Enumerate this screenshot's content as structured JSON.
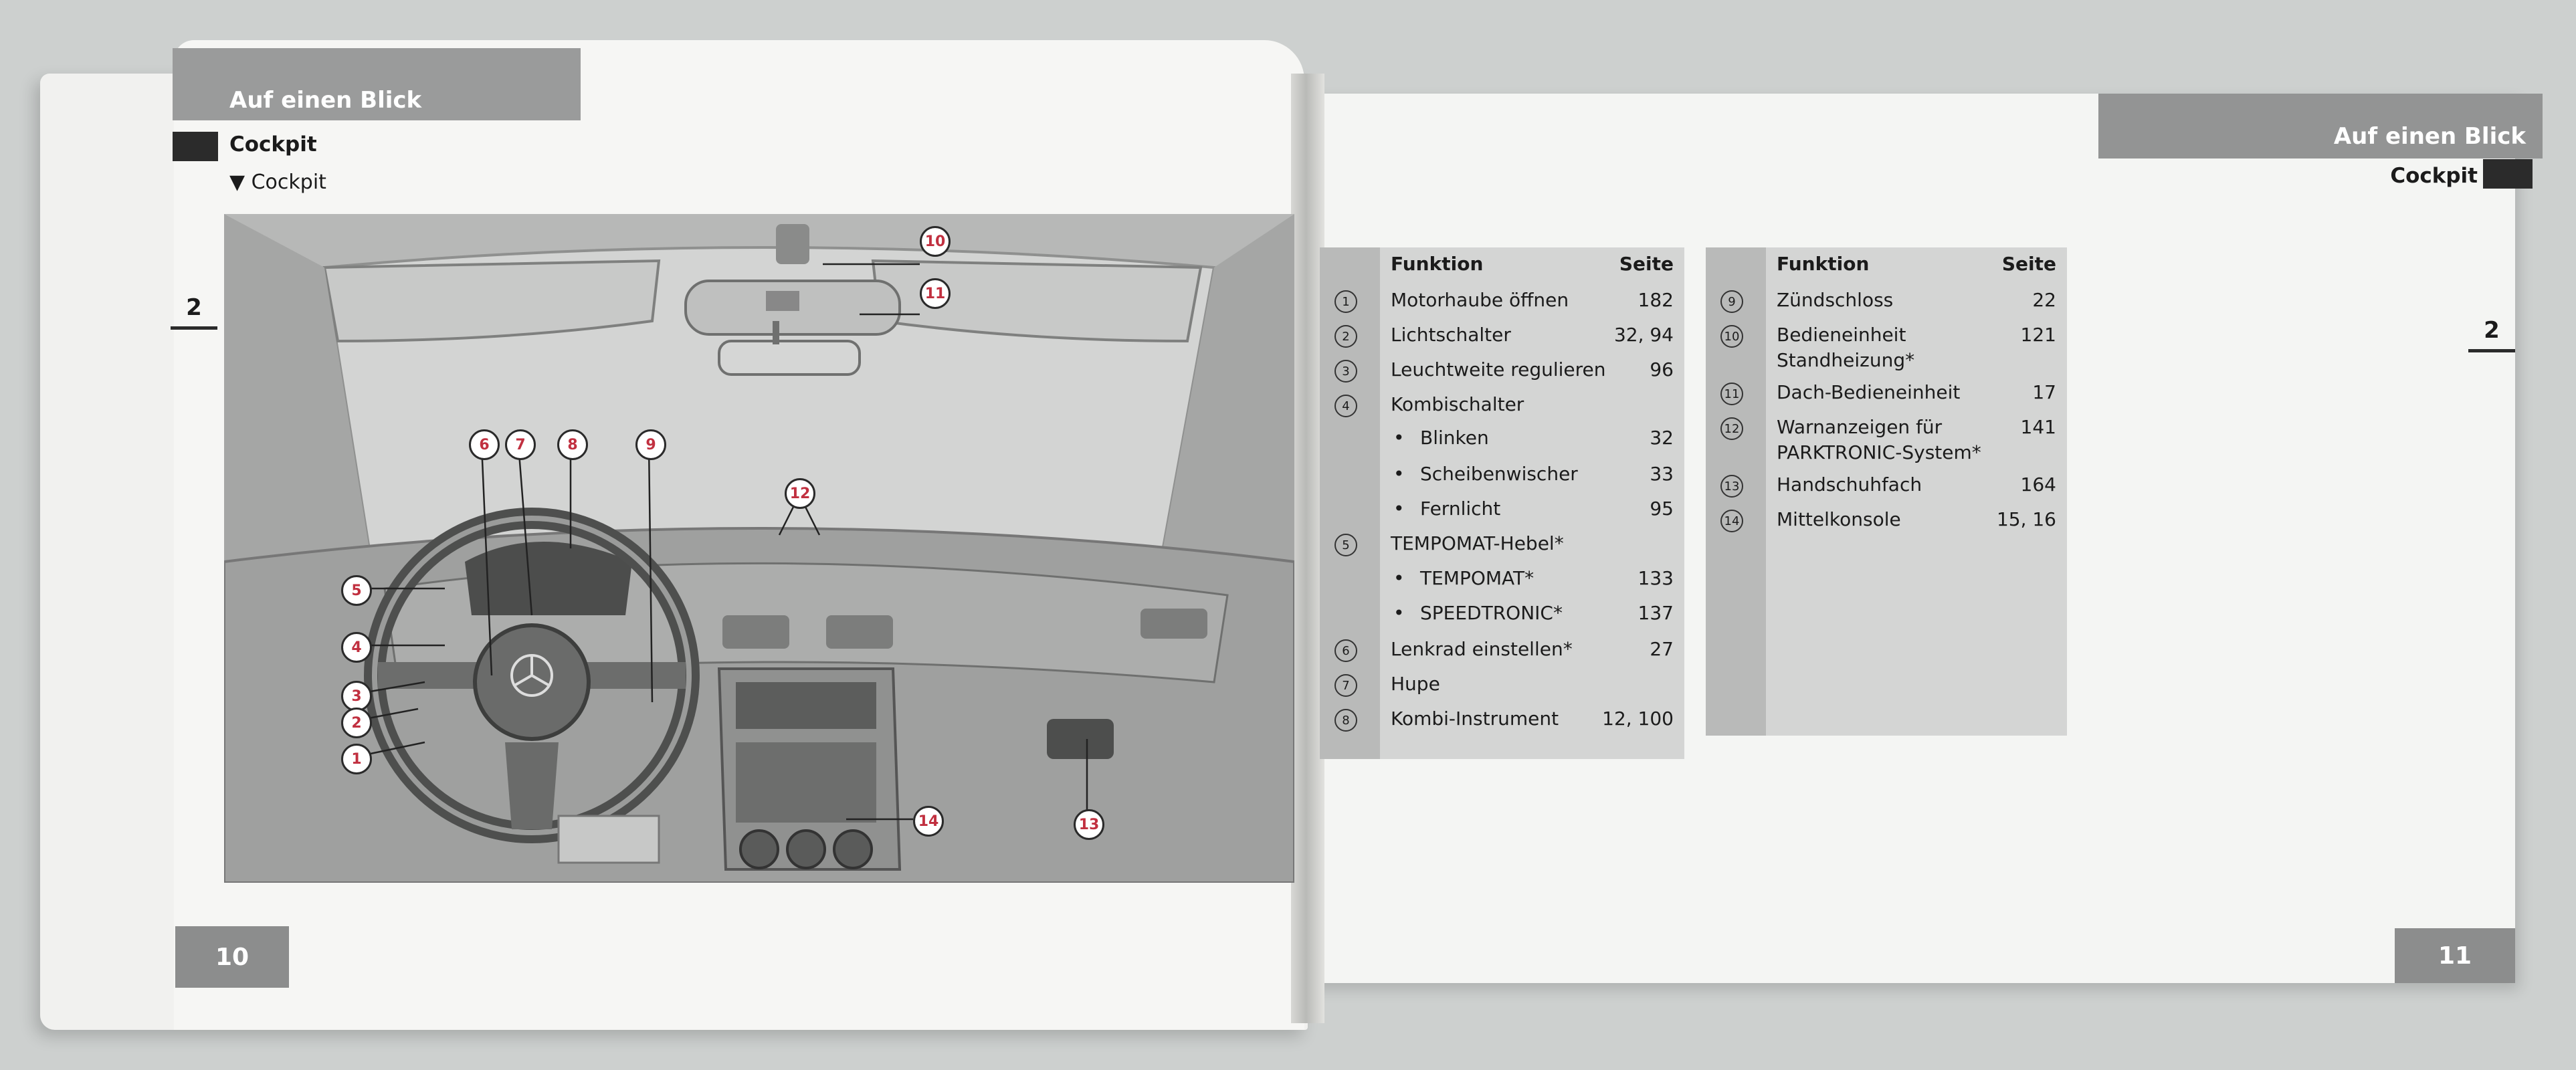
{
  "header": {
    "left_title": "Auf einen Blick",
    "right_title": "Auf einen Blick",
    "left_section": "Cockpit",
    "left_subsection": "▼ Cockpit",
    "right_section": "Cockpit",
    "left_tab": "2",
    "right_tab": "2"
  },
  "pages": {
    "left": "10",
    "right": "11"
  },
  "figure": {
    "callouts": [
      "1",
      "2",
      "3",
      "4",
      "5",
      "6",
      "7",
      "8",
      "9",
      "10",
      "11",
      "12",
      "13",
      "14"
    ]
  },
  "table1": {
    "col_function": "Funktion",
    "col_page": "Seite",
    "rows": [
      {
        "n": "1",
        "f": "Motorhaube öffnen",
        "p": "182"
      },
      {
        "n": "2",
        "f": "Lichtschalter",
        "p": "32, 94"
      },
      {
        "n": "3",
        "f": "Leuchtweite regulieren",
        "p": "96"
      },
      {
        "n": "4",
        "f": "Kombischalter",
        "p": ""
      },
      {
        "n": "",
        "f": "Blinken",
        "p": "32"
      },
      {
        "n": "",
        "f": "Scheibenwischer",
        "p": "33"
      },
      {
        "n": "",
        "f": "Fernlicht",
        "p": "95"
      },
      {
        "n": "5",
        "f": "TEMPOMAT-Hebel*",
        "p": ""
      },
      {
        "n": "",
        "f": "TEMPOMAT*",
        "p": "133"
      },
      {
        "n": "",
        "f": "SPEEDTRONIC*",
        "p": "137"
      },
      {
        "n": "6",
        "f": "Lenkrad einstellen*",
        "p": "27"
      },
      {
        "n": "7",
        "f": "Hupe",
        "p": ""
      },
      {
        "n": "8",
        "f": "Kombi-Instrument",
        "p": "12, 100"
      }
    ]
  },
  "table2": {
    "col_function": "Funktion",
    "col_page": "Seite",
    "rows": [
      {
        "n": "9",
        "f": "Zündschloss",
        "p": "22"
      },
      {
        "n": "10",
        "f": "Bedieneinheit Standheizung*",
        "p": "121"
      },
      {
        "n": "11",
        "f": "Dach-Bedieneinheit",
        "p": "17"
      },
      {
        "n": "12",
        "f": "Warnanzeigen für PARKTRONIC-System*",
        "p": "141"
      },
      {
        "n": "13",
        "f": "Handschuhfach",
        "p": "164"
      },
      {
        "n": "14",
        "f": "Mittelkonsole",
        "p": "15, 16"
      }
    ]
  }
}
